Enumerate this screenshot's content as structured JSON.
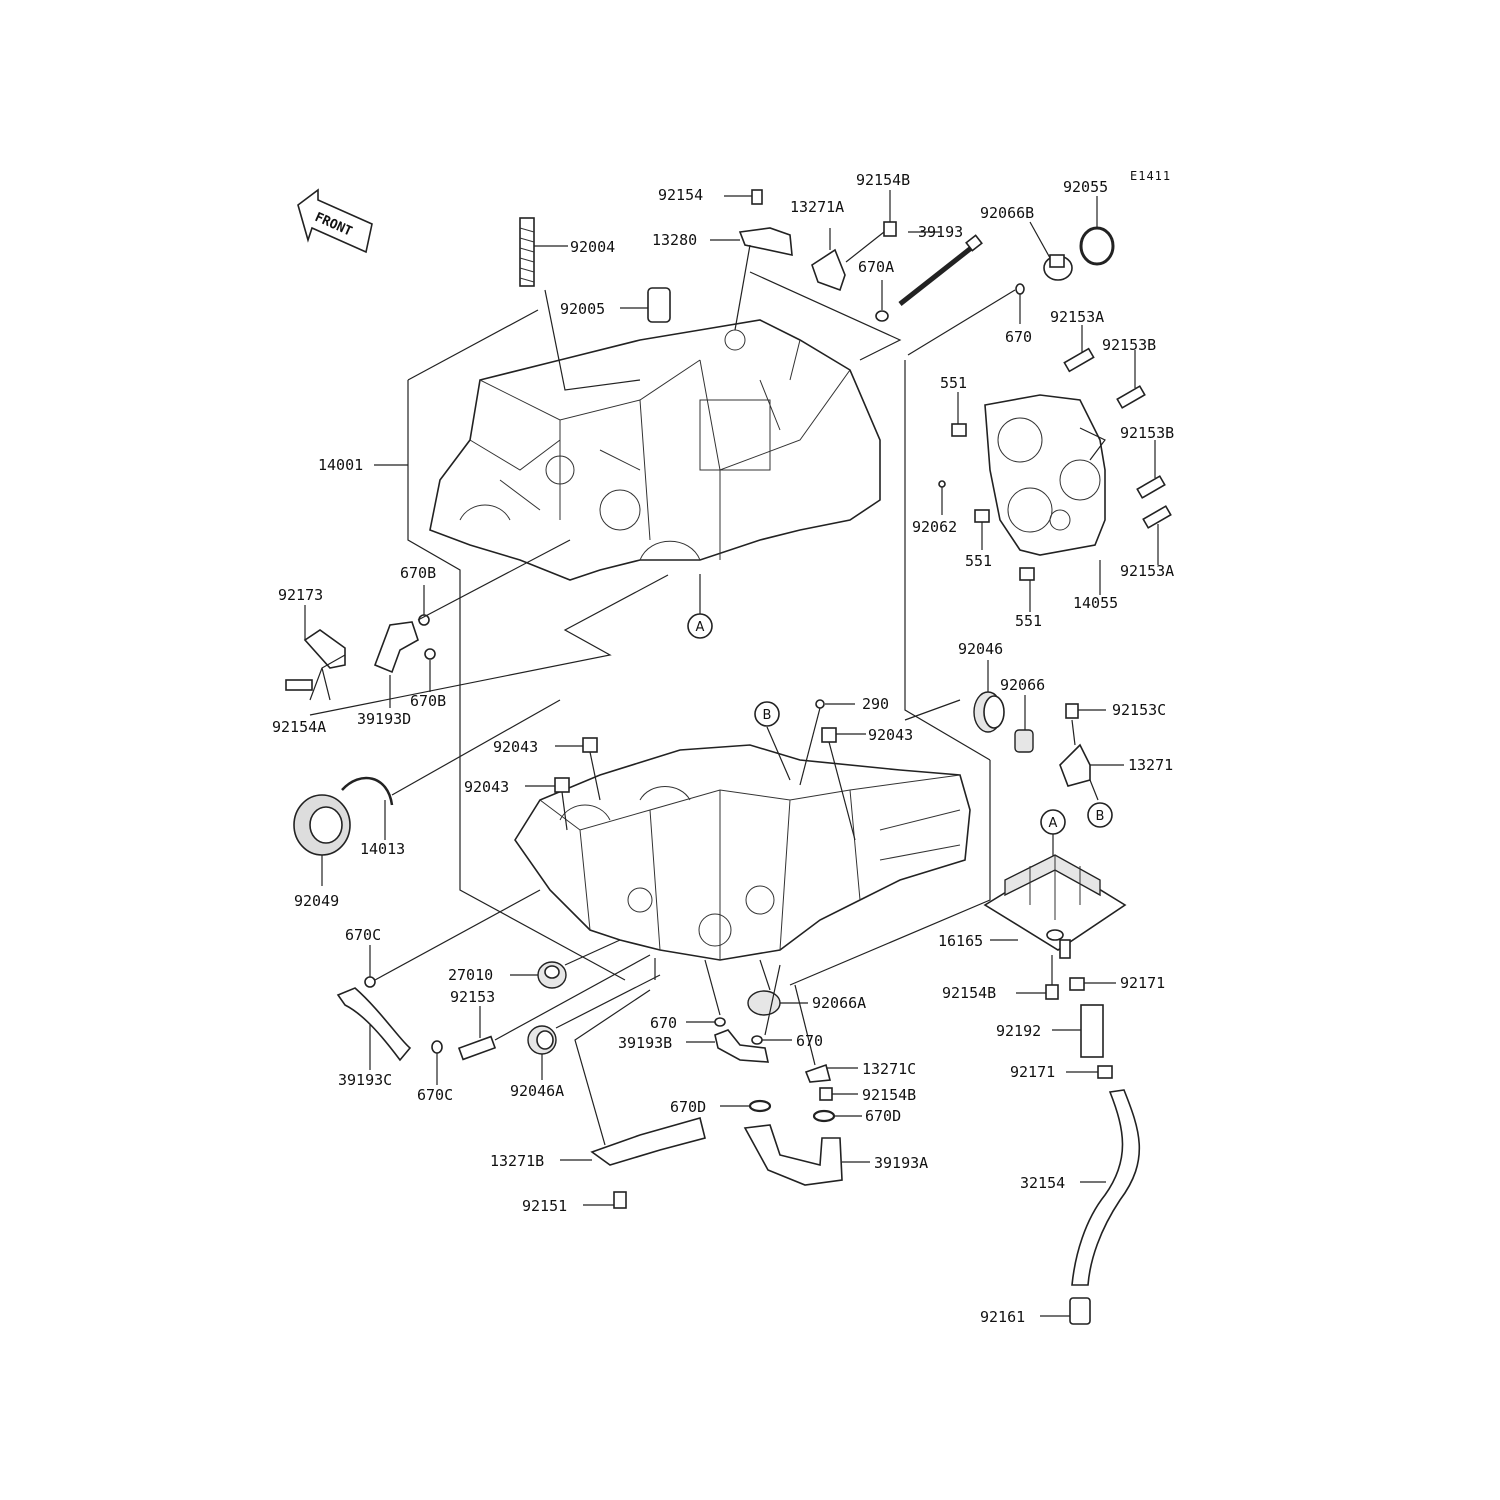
{
  "diagram_code": "E1411",
  "front_arrow": {
    "label": "FRONT"
  },
  "ref_markers": {
    "A": "A",
    "B": "B"
  },
  "callouts": [
    {
      "id": "c92154",
      "text": "92154"
    },
    {
      "id": "c92154B_top",
      "text": "92154B"
    },
    {
      "id": "c92055",
      "text": "92055"
    },
    {
      "id": "c13271A",
      "text": "13271A"
    },
    {
      "id": "c92066B",
      "text": "92066B"
    },
    {
      "id": "c13280",
      "text": "13280"
    },
    {
      "id": "c92004",
      "text": "92004"
    },
    {
      "id": "c39193",
      "text": "39193"
    },
    {
      "id": "c670A",
      "text": "670A"
    },
    {
      "id": "c92005",
      "text": "92005"
    },
    {
      "id": "c670_top",
      "text": "670"
    },
    {
      "id": "c92153A_top",
      "text": "92153A"
    },
    {
      "id": "c92153B_a",
      "text": "92153B"
    },
    {
      "id": "c551_a",
      "text": "551"
    },
    {
      "id": "c92153B_b",
      "text": "92153B"
    },
    {
      "id": "c14001",
      "text": "14001"
    },
    {
      "id": "c92062",
      "text": "92062"
    },
    {
      "id": "c551_b",
      "text": "551"
    },
    {
      "id": "c92153A_b",
      "text": "92153A"
    },
    {
      "id": "c670B_a",
      "text": "670B"
    },
    {
      "id": "c14055",
      "text": "14055"
    },
    {
      "id": "c92173",
      "text": "92173"
    },
    {
      "id": "c551_c",
      "text": "551"
    },
    {
      "id": "c92046",
      "text": "92046"
    },
    {
      "id": "c670B_b",
      "text": "670B"
    },
    {
      "id": "c92066",
      "text": "92066"
    },
    {
      "id": "c290",
      "text": "290"
    },
    {
      "id": "c92153C",
      "text": "92153C"
    },
    {
      "id": "c92154A",
      "text": "92154A"
    },
    {
      "id": "c39193D",
      "text": "39193D"
    },
    {
      "id": "c92043_a",
      "text": "92043"
    },
    {
      "id": "c92043_b",
      "text": "92043"
    },
    {
      "id": "c13271",
      "text": "13271"
    },
    {
      "id": "c92043_c",
      "text": "92043"
    },
    {
      "id": "c14013",
      "text": "14013"
    },
    {
      "id": "c92049",
      "text": "92049"
    },
    {
      "id": "c670C_a",
      "text": "670C"
    },
    {
      "id": "c16165",
      "text": "16165"
    },
    {
      "id": "c27010",
      "text": "27010"
    },
    {
      "id": "c92154B_r",
      "text": "92154B"
    },
    {
      "id": "c92171_a",
      "text": "92171"
    },
    {
      "id": "c92153",
      "text": "92153"
    },
    {
      "id": "c92066A",
      "text": "92066A"
    },
    {
      "id": "c670_a",
      "text": "670"
    },
    {
      "id": "c92192",
      "text": "92192"
    },
    {
      "id": "c39193B",
      "text": "39193B"
    },
    {
      "id": "c670_b",
      "text": "670"
    },
    {
      "id": "c13271C",
      "text": "13271C"
    },
    {
      "id": "c92171_b",
      "text": "92171"
    },
    {
      "id": "c39193C",
      "text": "39193C"
    },
    {
      "id": "c670C_b",
      "text": "670C"
    },
    {
      "id": "c92046A",
      "text": "92046A"
    },
    {
      "id": "c92154B_b",
      "text": "92154B"
    },
    {
      "id": "c670D_a",
      "text": "670D"
    },
    {
      "id": "c670D_b",
      "text": "670D"
    },
    {
      "id": "c13271B",
      "text": "13271B"
    },
    {
      "id": "c39193A",
      "text": "39193A"
    },
    {
      "id": "c32154",
      "text": "32154"
    },
    {
      "id": "c92151",
      "text": "92151"
    },
    {
      "id": "c92161",
      "text": "92161"
    }
  ]
}
